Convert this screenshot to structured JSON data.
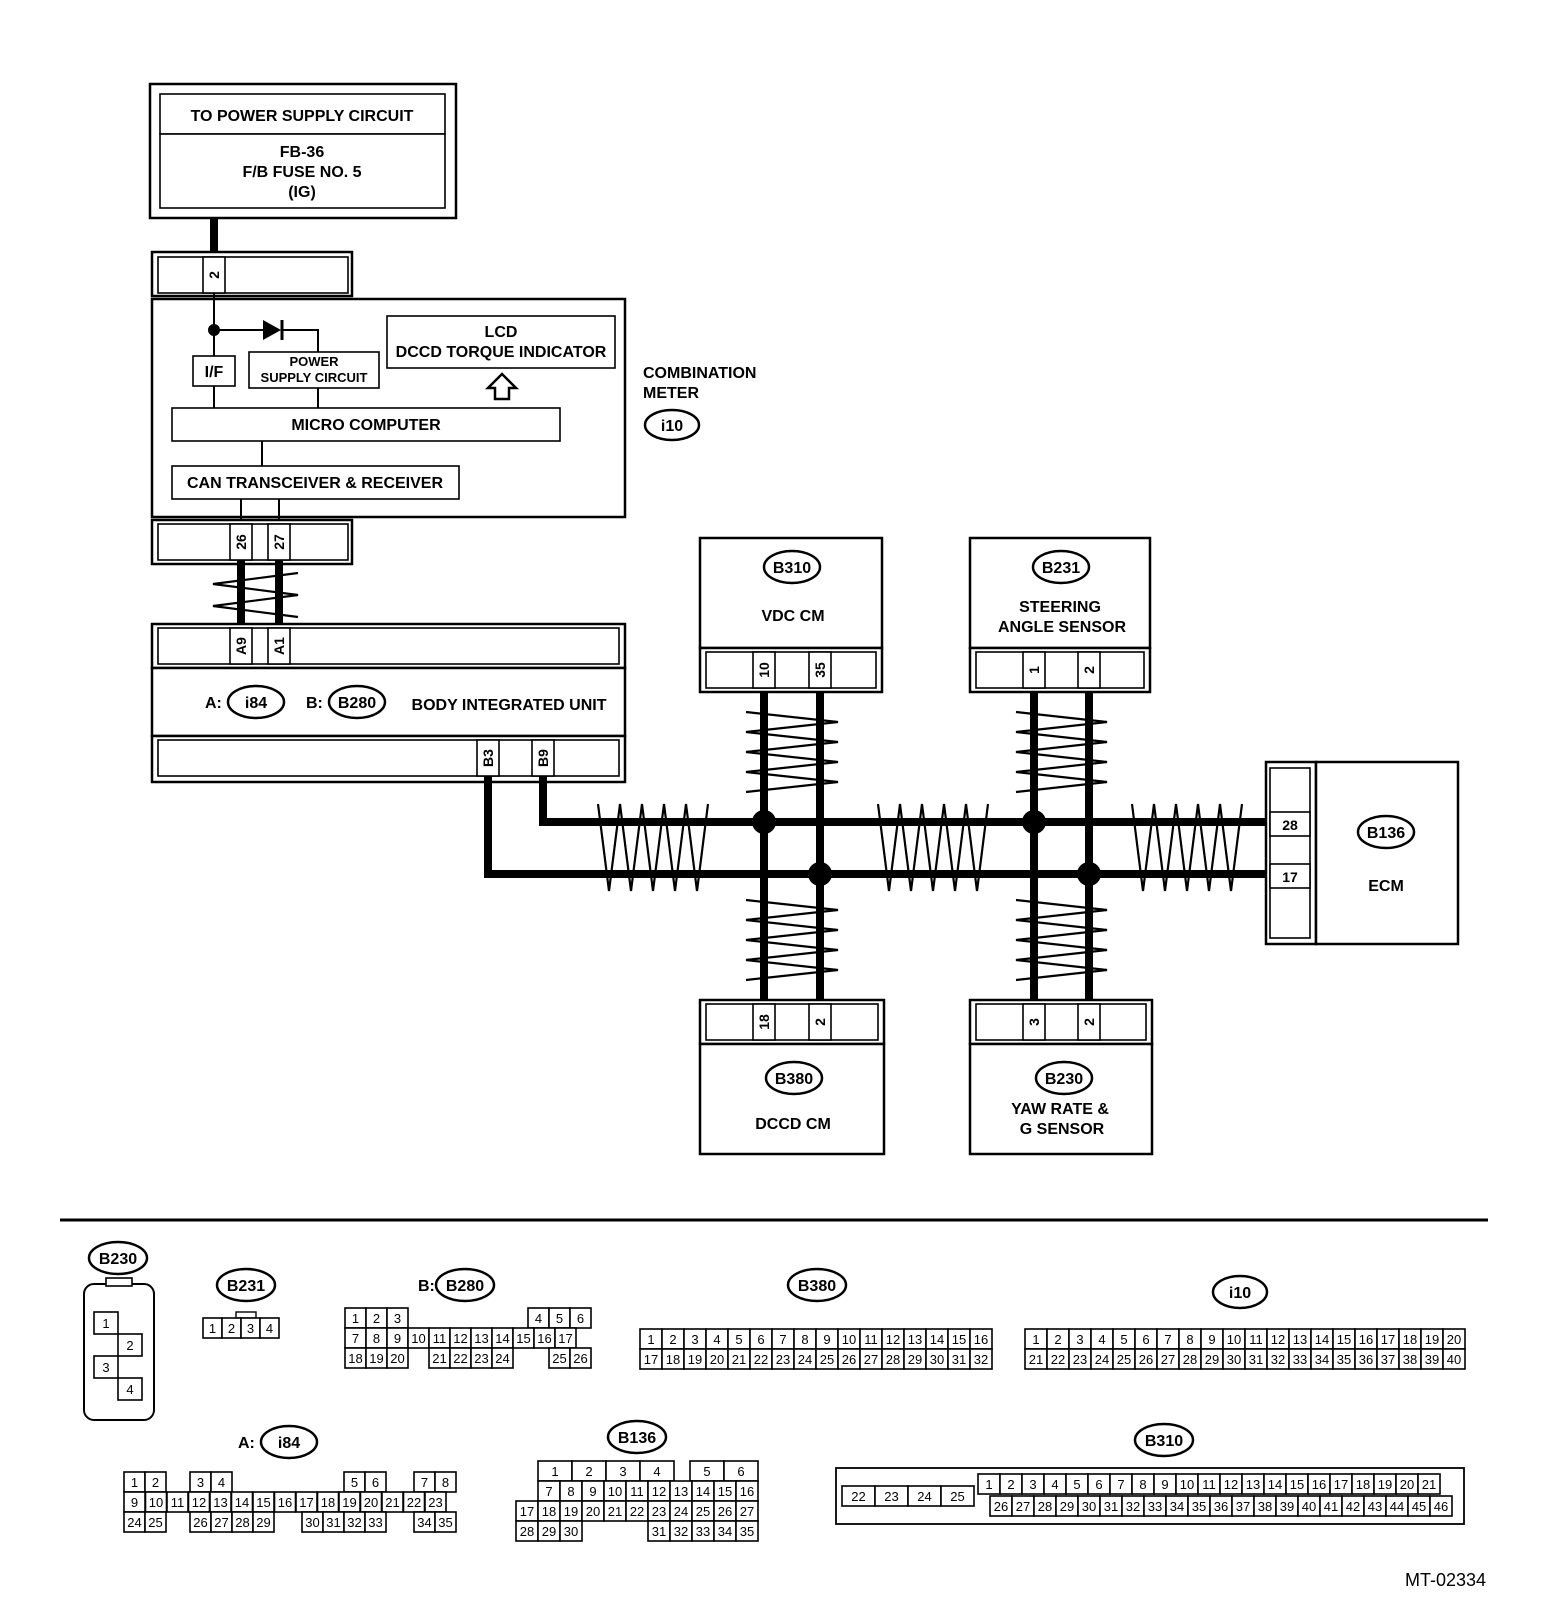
{
  "power_supply": {
    "title": "TO POWER SUPPLY CIRCUIT",
    "fuse_line1": "FB-36",
    "fuse_line2": "F/B FUSE NO. 5",
    "fuse_line3": "(IG)",
    "pin": "2"
  },
  "combination_meter": {
    "label_line1": "COMBINATION",
    "label_line2": "METER",
    "connector": "i10",
    "if_label": "I/F",
    "psc_line1": "POWER",
    "psc_line2": "SUPPLY CIRCUIT",
    "lcd_line1": "LCD",
    "lcd_line2": "DCCD TORQUE INDICATOR",
    "micro": "MICRO COMPUTER",
    "can": "CAN TRANSCEIVER & RECEIVER",
    "pins": [
      "26",
      "27"
    ]
  },
  "body_unit": {
    "label": "BODY INTEGRATED UNIT",
    "prefix_a": "A:",
    "conn_a": "i84",
    "prefix_b": "B:",
    "conn_b": "B280",
    "top_pins": [
      "A9",
      "A1"
    ],
    "bottom_pins": [
      "B3",
      "B9"
    ]
  },
  "vdc": {
    "connector": "B310",
    "label": "VDC CM",
    "pins": [
      "10",
      "35"
    ]
  },
  "steering": {
    "connector": "B231",
    "label_line1": "STEERING",
    "label_line2": "ANGLE SENSOR",
    "pins": [
      "1",
      "2"
    ]
  },
  "dccd": {
    "connector": "B380",
    "label": "DCCD CM",
    "pins": [
      "18",
      "2"
    ]
  },
  "yaw": {
    "connector": "B230",
    "label_line1": "YAW RATE &",
    "label_line2": "G SENSOR",
    "pins": [
      "3",
      "2"
    ]
  },
  "ecm": {
    "connector": "B136",
    "label": "ECM",
    "pins": [
      "28",
      "17"
    ]
  },
  "connector_views": {
    "b230": {
      "name": "B230",
      "cells": [
        "1",
        "2",
        "3",
        "4"
      ]
    },
    "b231": {
      "name": "B231",
      "cells": [
        "1",
        "2",
        "3",
        "4"
      ]
    },
    "b280": {
      "prefix": "B:",
      "name": "B280",
      "row1": [
        "1",
        "2",
        "3",
        "4",
        "5",
        "6"
      ],
      "row2": [
        "7",
        "8",
        "9",
        "10",
        "11",
        "12",
        "13",
        "14",
        "15",
        "16",
        "17"
      ],
      "row3": [
        "18",
        "19",
        "20",
        "21",
        "22",
        "23",
        "24",
        "25",
        "26"
      ]
    },
    "b380": {
      "name": "B380",
      "row1": [
        "1",
        "2",
        "3",
        "4",
        "5",
        "6",
        "7",
        "8",
        "9",
        "10",
        "11",
        "12",
        "13",
        "14",
        "15",
        "16"
      ],
      "row2": [
        "17",
        "18",
        "19",
        "20",
        "21",
        "22",
        "23",
        "24",
        "25",
        "26",
        "27",
        "28",
        "29",
        "30",
        "31",
        "32"
      ]
    },
    "i10": {
      "name": "i10",
      "row1": [
        "1",
        "2",
        "3",
        "4",
        "5",
        "6",
        "7",
        "8",
        "9",
        "10",
        "11",
        "12",
        "13",
        "14",
        "15",
        "16",
        "17",
        "18",
        "19",
        "20"
      ],
      "row2": [
        "21",
        "22",
        "23",
        "24",
        "25",
        "26",
        "27",
        "28",
        "29",
        "30",
        "31",
        "32",
        "33",
        "34",
        "35",
        "36",
        "37",
        "38",
        "39",
        "40"
      ]
    },
    "i84": {
      "prefix": "A:",
      "name": "i84",
      "row1": [
        "1",
        "2",
        "3",
        "4",
        "5",
        "6",
        "7",
        "8"
      ],
      "row2": [
        "9",
        "10",
        "11",
        "12",
        "13",
        "14",
        "15",
        "16",
        "17",
        "18",
        "19",
        "20",
        "21",
        "22",
        "23"
      ],
      "row3": [
        "24",
        "25",
        "26",
        "27",
        "28",
        "29",
        "30",
        "31",
        "32",
        "33",
        "34",
        "35"
      ]
    },
    "b136": {
      "name": "B136",
      "row1": [
        "1",
        "2",
        "3",
        "4",
        "5",
        "6"
      ],
      "row2": [
        "7",
        "8",
        "9",
        "10",
        "11",
        "12",
        "13",
        "14",
        "15",
        "16"
      ],
      "row3": [
        "17",
        "18",
        "19",
        "20",
        "21",
        "22",
        "23",
        "24",
        "25",
        "26",
        "27"
      ],
      "row4": [
        "28",
        "29",
        "30",
        "31",
        "32",
        "33",
        "34",
        "35"
      ]
    },
    "b310": {
      "name": "B310",
      "left": [
        "22",
        "23",
        "24",
        "25"
      ],
      "row1": [
        "1",
        "2",
        "3",
        "4",
        "5",
        "6",
        "7",
        "8",
        "9",
        "10",
        "11",
        "12",
        "13",
        "14",
        "15",
        "16",
        "17",
        "18",
        "19",
        "20",
        "21"
      ],
      "row2": [
        "26",
        "27",
        "28",
        "29",
        "30",
        "31",
        "32",
        "33",
        "34",
        "35",
        "36",
        "37",
        "38",
        "39",
        "40",
        "41",
        "42",
        "43",
        "44",
        "45",
        "46"
      ]
    }
  },
  "figure_id": "MT-02334"
}
